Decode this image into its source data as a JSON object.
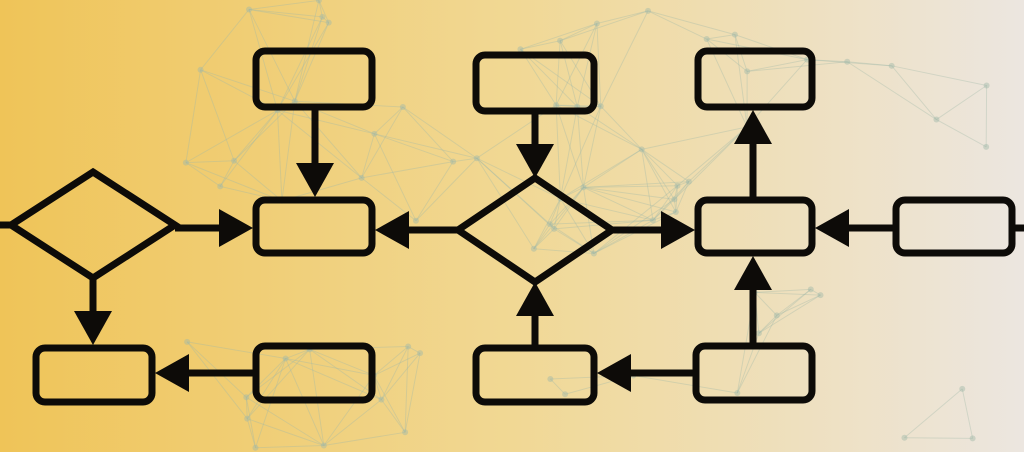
{
  "colors": {
    "background_left": "#efc458",
    "background_mid": "#f1d894",
    "background_right": "#ece6e0",
    "stroke": "#0d0b08",
    "network": "#9fb8a8"
  },
  "diagram": {
    "type": "flowchart",
    "nodes": [
      {
        "id": "d1",
        "shape": "diamond"
      },
      {
        "id": "d2",
        "shape": "diamond"
      },
      {
        "id": "b1",
        "shape": "rect"
      },
      {
        "id": "b2",
        "shape": "rect"
      },
      {
        "id": "b3",
        "shape": "rect"
      },
      {
        "id": "b4",
        "shape": "rect"
      },
      {
        "id": "b5",
        "shape": "rect"
      },
      {
        "id": "b6",
        "shape": "rect"
      },
      {
        "id": "b7",
        "shape": "rect"
      },
      {
        "id": "b8",
        "shape": "rect"
      },
      {
        "id": "b9",
        "shape": "rect"
      },
      {
        "id": "b10",
        "shape": "rect"
      }
    ],
    "edges": [
      {
        "from": "d1",
        "to": "b4"
      },
      {
        "from": "b1",
        "to": "b4"
      },
      {
        "from": "d2",
        "to": "b4"
      },
      {
        "from": "b2",
        "to": "d2"
      },
      {
        "from": "d2",
        "to": "b5"
      },
      {
        "from": "b5",
        "to": "b3"
      },
      {
        "from": "b6",
        "to": "b5"
      },
      {
        "from": "b10",
        "to": "b5"
      },
      {
        "from": "b10",
        "to": "b9"
      },
      {
        "from": "b9",
        "to": "d2"
      },
      {
        "from": "b8",
        "to": "b7"
      },
      {
        "from": "d1",
        "to": "b7"
      }
    ]
  }
}
